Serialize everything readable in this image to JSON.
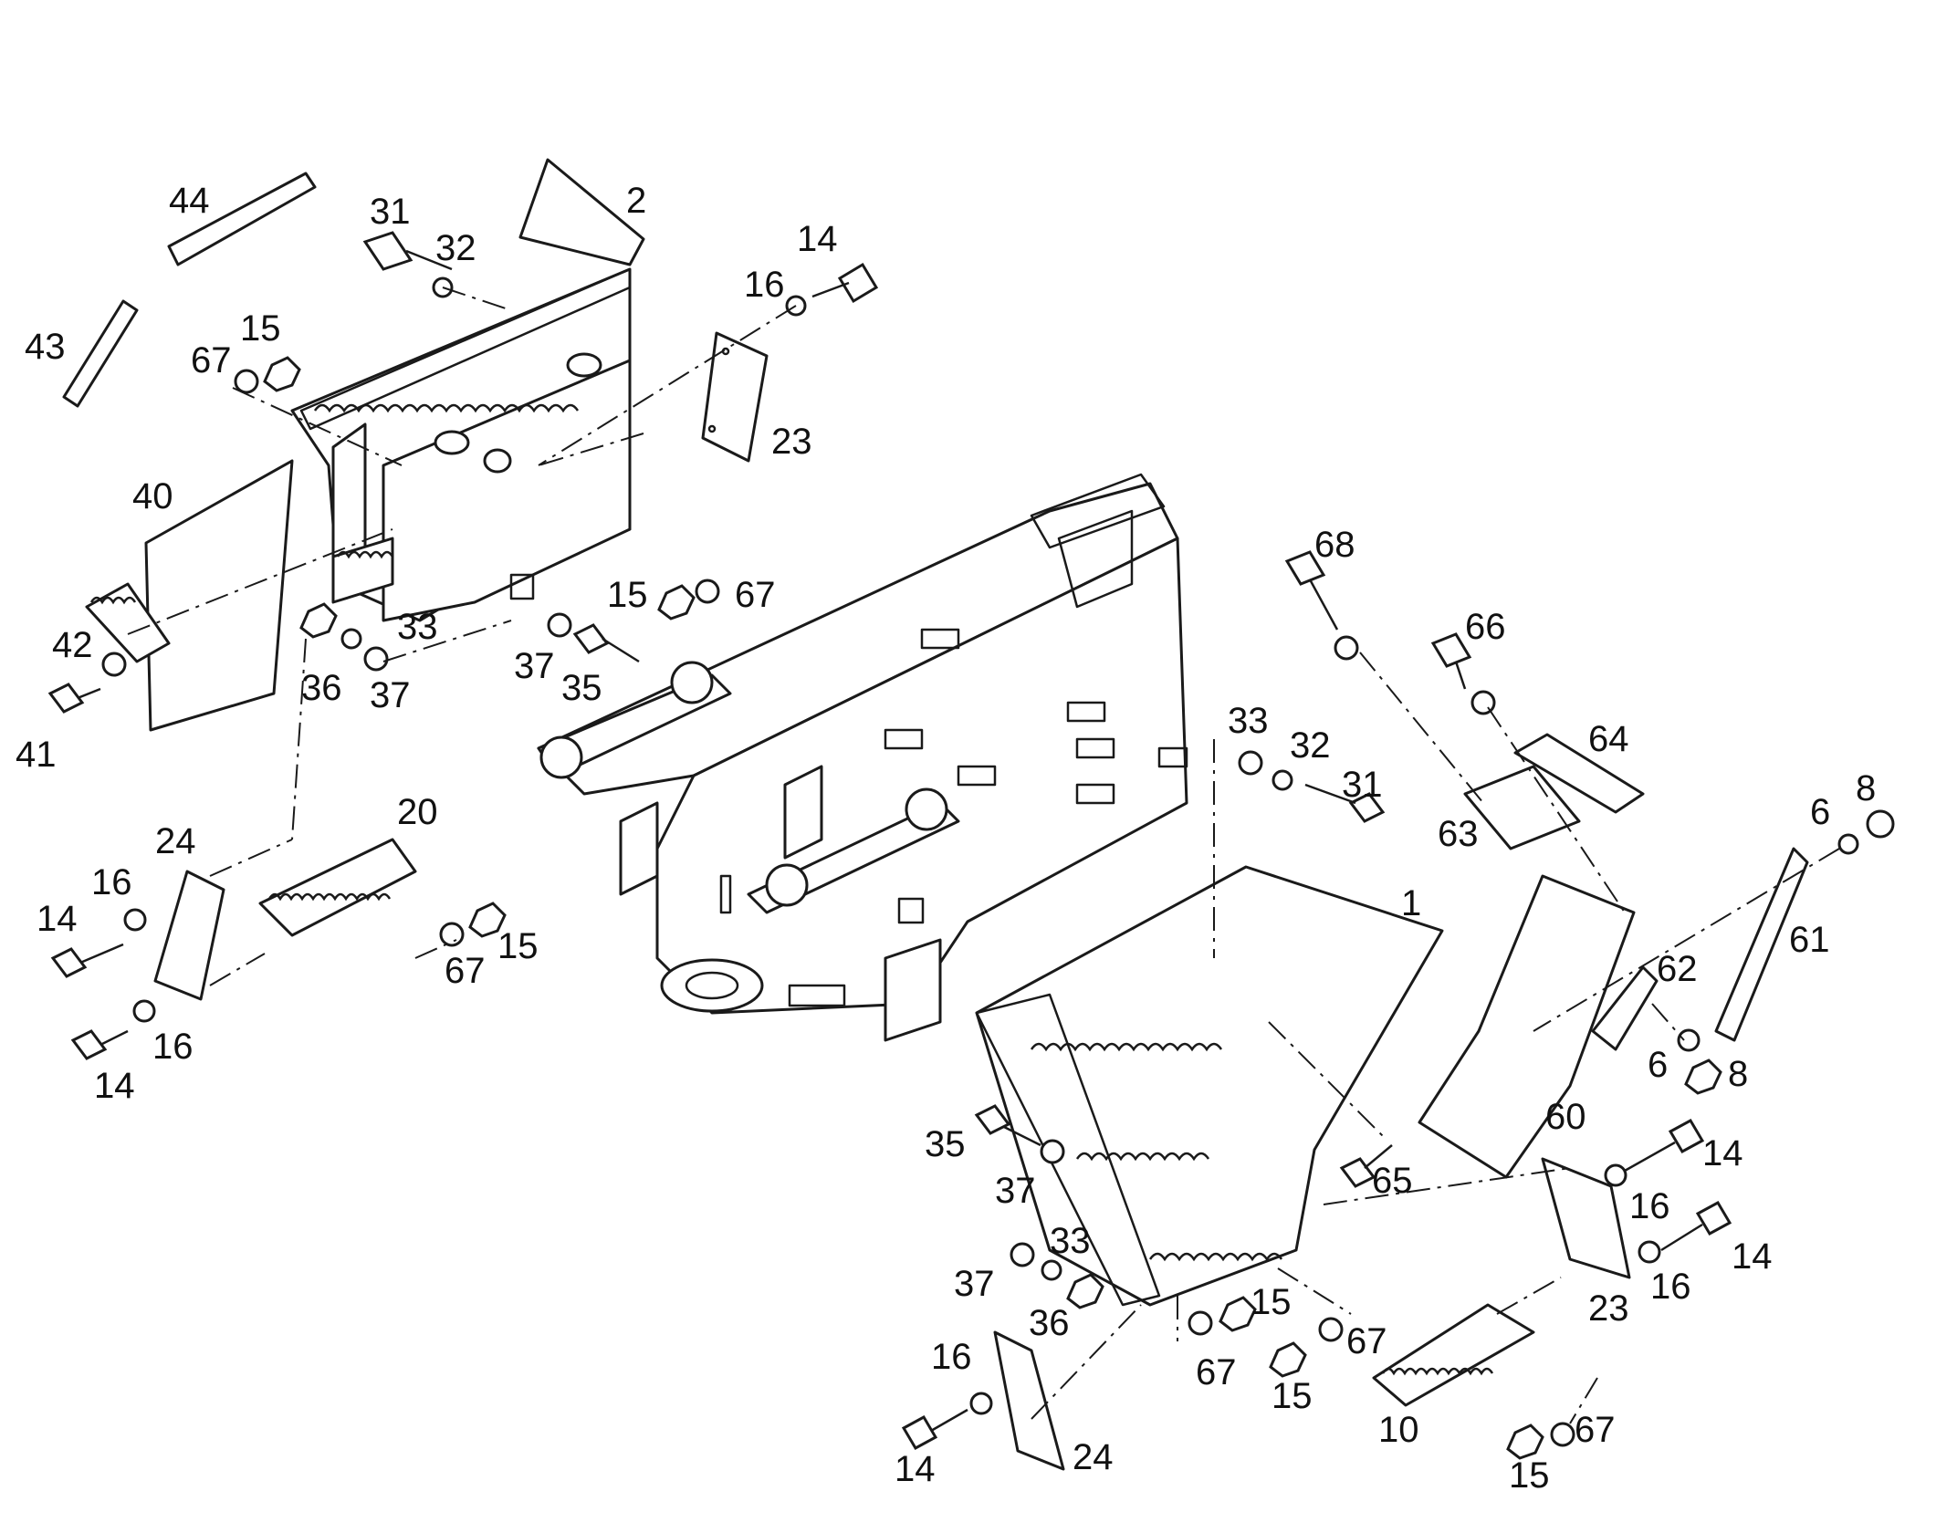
{
  "diagram": {
    "callouts": [
      "44",
      "2",
      "31",
      "32",
      "14",
      "16",
      "43",
      "15",
      "67",
      "23",
      "40",
      "15",
      "67",
      "33",
      "42",
      "36",
      "37",
      "37",
      "35",
      "41",
      "68",
      "66",
      "64",
      "33",
      "32",
      "31",
      "63",
      "8",
      "6",
      "24",
      "20",
      "16",
      "14",
      "67",
      "15",
      "14",
      "16",
      "14",
      "1",
      "61",
      "62",
      "6",
      "8",
      "60",
      "35",
      "65",
      "14",
      "37",
      "16",
      "14",
      "33",
      "37",
      "16",
      "23",
      "36",
      "15",
      "16",
      "67",
      "67",
      "15",
      "14",
      "24",
      "10",
      "15",
      "67"
    ]
  }
}
